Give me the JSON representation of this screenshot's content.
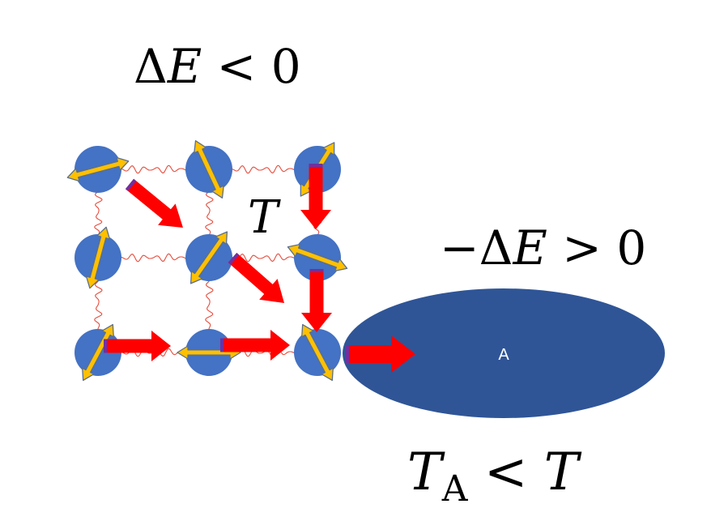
{
  "equations": {
    "top": {
      "delta": "Δ",
      "E": "E",
      "rel": " < 0"
    },
    "system_temp": "T",
    "right": {
      "minus": "−",
      "delta": "Δ",
      "E": "E",
      "rel": " > 0"
    },
    "bottom": {
      "T": "T",
      "sub": "A",
      "rel": " < ",
      "T2": "T"
    }
  },
  "reservoir": {
    "label": "A",
    "color": "#2f5597"
  },
  "colors": {
    "atom": "#4472c4",
    "spin": "#ffc000",
    "spin_outline": "#5a6f8e",
    "energy_arrow": "#ff0000",
    "arrow_tail": "#7030a0",
    "spring": "#e74c3c"
  }
}
